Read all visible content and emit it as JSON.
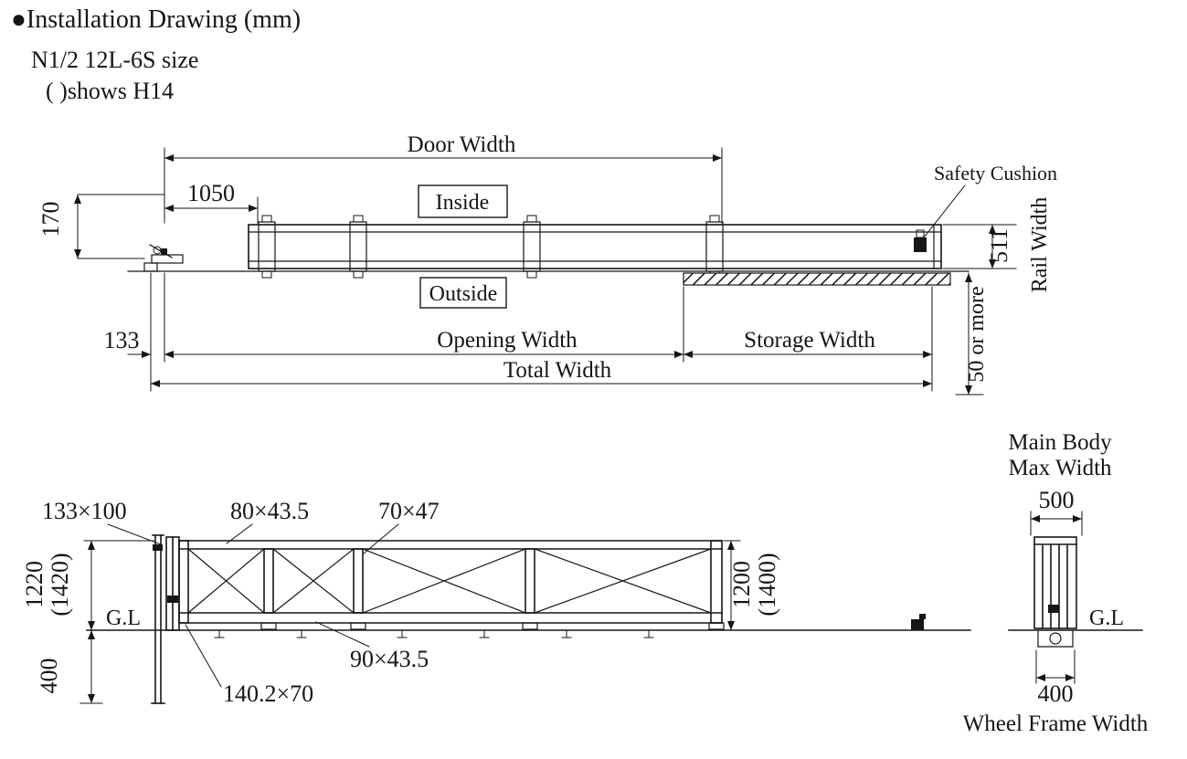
{
  "header": {
    "title": "●Installation Drawing (mm)",
    "size_line": "N1/2 12L-6S size",
    "note_line": "(  )shows H14"
  },
  "plan": {
    "door_width": "Door Width",
    "dim_1050": "1050",
    "inside": "Inside",
    "outside": "Outside",
    "safety_cushion": "Safety Cushion",
    "dim_170": "170",
    "dim_133": "133",
    "opening_width": "Opening Width",
    "storage_width": "Storage Width",
    "total_width": "Total Width",
    "dim_511": "511",
    "rail_width": "Rail Width",
    "clearance": "50 or more"
  },
  "elevation": {
    "dim_133x100": "133×100",
    "dim_80x43_5": "80×43.5",
    "dim_70x47": "70×47",
    "dim_1220": "1220",
    "dim_1420": "(1420)",
    "gl_left": "G.L",
    "dim_400_depth": "400",
    "dim_90x43_5": "90×43.5",
    "dim_140_2x70": "140.2×70",
    "dim_1200": "1200",
    "dim_1400": "(1400)"
  },
  "section": {
    "main_body_line1": "Main Body",
    "main_body_line2": "Max Width",
    "dim_500": "500",
    "gl_right": "G.L",
    "dim_400_width": "400",
    "wheel_frame_width": "Wheel Frame Width"
  }
}
